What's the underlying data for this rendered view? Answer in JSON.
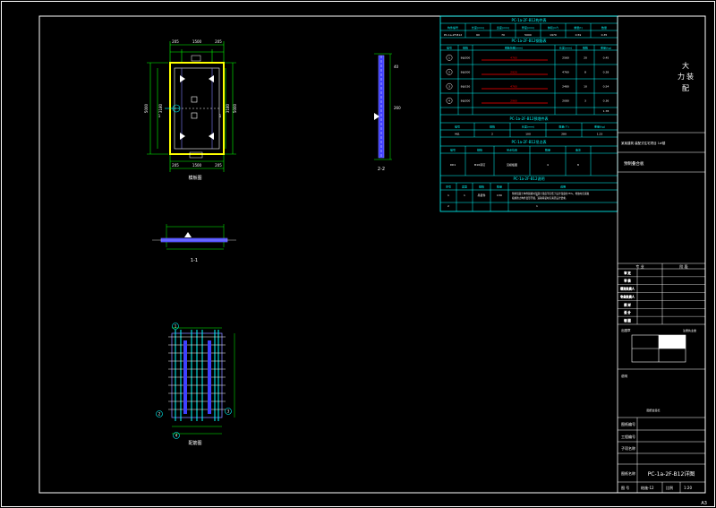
{
  "views": {
    "plan_label": "模板图",
    "section_1_label": "1-1",
    "section_2_label": "2-2",
    "rebar_label": "配筋图",
    "plan_dims": {
      "top": [
        "205",
        "1500",
        "205"
      ],
      "left": "5000",
      "right": "5000",
      "left_inner": "3180",
      "right_inner": "3180",
      "bottom": [
        "205",
        "1500",
        "205"
      ],
      "center_marks": [
        "1",
        "1"
      ]
    },
    "section2_dims": [
      "40",
      "260"
    ],
    "rebar_marks": [
      "1",
      "2",
      "3",
      "4"
    ]
  },
  "tables": {
    "t1": {
      "title": "PC-1a-2F-B12构件表",
      "headers": [
        "构件编号",
        "长度(mm)",
        "宽度(mm)",
        "厚度(mm)",
        "体积(m³)",
        "重量(t)",
        "数量"
      ],
      "rows": [
        [
          "PC-1a-2F-B12",
          "60",
          "70",
          "5000",
          "1970",
          "0.59",
          "0.35"
        ]
      ]
    },
    "t2": {
      "title": "PC-1a-2F-B12钢筋表",
      "headers": [
        "编号",
        "规格",
        "钢筋简图(mm)",
        "长度(mm)",
        "根数",
        "重量(kg)"
      ],
      "rows": [
        [
          "1",
          "8@200",
          "4760",
          "2560",
          "20",
          "0.45"
        ],
        [
          "2",
          "8@200",
          "2920",
          "4760",
          "8",
          "0.28"
        ],
        [
          "3",
          "8@150",
          "4760",
          "2480",
          "10",
          "0.54"
        ],
        [
          "4",
          "8@200",
          "2960",
          "2080",
          "3",
          "0.36"
        ]
      ],
      "total": "1.78"
    },
    "t3": {
      "title": "PC-1a-2F-B12预埋件表",
      "headers": [
        "编号",
        "规格",
        "长度(mm)",
        "数量(个)",
        "重量(kg)"
      ],
      "rows": [
        [
          "MJ1",
          "2",
          "100",
          "280",
          "1.23"
        ]
      ]
    },
    "t4": {
      "title": "PC-1a-2F-B12吊点表",
      "headers": [
        "编号",
        "规格",
        "吊点位置",
        "数量",
        "备注"
      ],
      "rows": [
        [
          "DD1",
          "M16吊钉",
          "见模板图",
          "4",
          "8"
        ]
      ]
    },
    "t5": {
      "title": "PC-1a-2F-B12说明",
      "headers": [
        "序号",
        "类型",
        "规格",
        "数量",
        "说明"
      ],
      "rows": [
        [
          "1",
          "1",
          "吊装件",
          "C30",
          "1"
        ],
        [
          "2",
          "",
          "",
          "",
          "1"
        ]
      ],
      "note_lines": [
        "预制混凝土构件脱模时混凝土强度不应低于设计强度的75%，堆放时应采取",
        "措施防止构件变形开裂，运输吊装时应满足设计要求。"
      ]
    }
  },
  "title_block": {
    "company_big": [
      "大",
      "力",
      "装",
      "配"
    ],
    "project_line": "某某建筑 装配式住宅项目 1#楼",
    "drawing_name_top": "预制叠合板",
    "small_table_headers": [
      "专 业",
      "阶 段"
    ],
    "rows": [
      "审 定",
      "审 核",
      "项目负责人",
      "专业负责人",
      "校 对",
      "设 计",
      "制 图"
    ],
    "stamp_label": "出图章",
    "stamp_note": "注册执业章",
    "mid_label": "说明",
    "mid_note": "图纸会签栏",
    "drawing_no_label": "图纸编号",
    "project_no_label": "工程编号",
    "sub_label": "子项名称",
    "drawing_title_label": "图纸名称",
    "drawing_title": "PC-1a-2F-B12详图",
    "bottom": [
      "图 号",
      "结施-12",
      "比例",
      "1:20"
    ],
    "corner_mark": "A3"
  },
  "colors": {
    "frame": "#ffffff",
    "yellow": "#ffff00",
    "green": "#00ff00",
    "cyan": "#00ffff",
    "red": "#ff0000",
    "blue": "#4040ff",
    "violet": "#8080ff"
  }
}
